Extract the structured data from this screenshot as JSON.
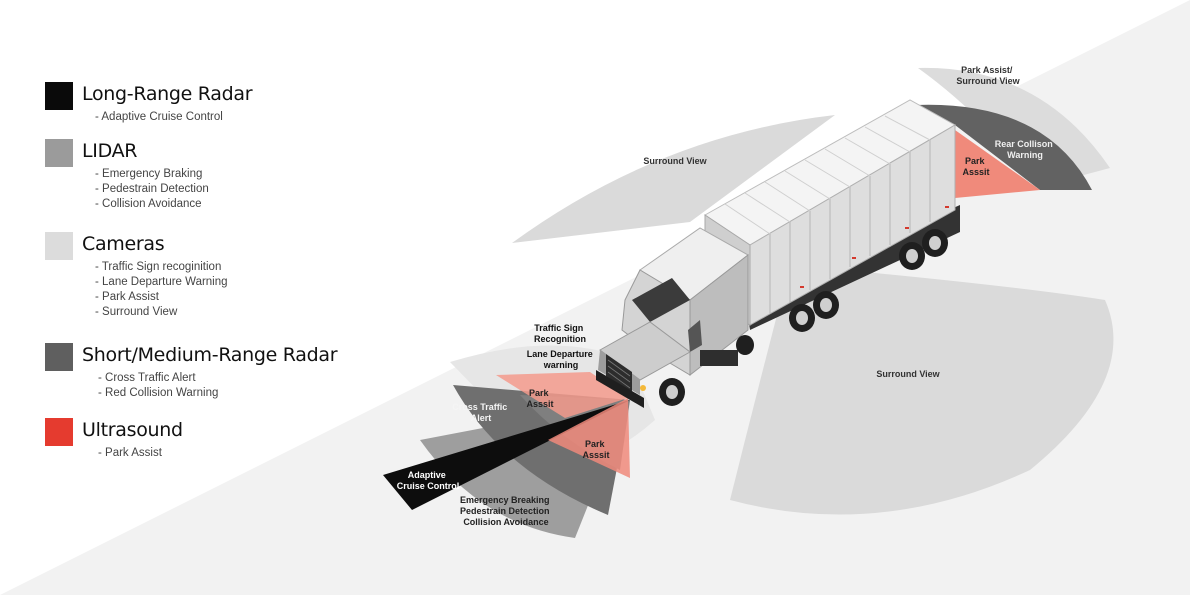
{
  "legend": [
    {
      "title": "Long-Range Radar",
      "color": "#0a0a0a",
      "items": [
        "- Adaptive Cruise Control"
      ]
    },
    {
      "title": "LIDAR",
      "color": "#9b9b9b",
      "items": [
        "- Emergency Braking",
        "- Pedestrain Detection",
        "- Collision Avoidance"
      ]
    },
    {
      "title": "Cameras",
      "color": "#dcdcdc",
      "items": [
        "- Traffic Sign recoginition",
        "- Lane Departure Warning",
        "- Park Assist",
        "- Surround View"
      ]
    },
    {
      "title": "Short/Medium-Range Radar",
      "color": "#5f5f5f",
      "items": [
        "- Cross Traffic Alert",
        "- Red Collision Warning"
      ]
    },
    {
      "title": "Ultrasound",
      "color": "#e53b2f",
      "items": [
        "- Park Assist"
      ]
    }
  ],
  "diagram": {
    "labels": {
      "surround_view_top": "Surround View",
      "surround_view_bottom": "Surround View",
      "park_assist_surround_1": "Park Assist/",
      "park_assist_surround_2": "Surround View",
      "rear_collision_1": "Rear Collison",
      "rear_collision_2": "Warning",
      "park_rear_1": "Park",
      "park_rear_2": "Asssit",
      "traffic_sign_1": "Traffic Sign",
      "traffic_sign_2": "Recognition",
      "lane_departure_1": "Lane Departure",
      "lane_departure_2": "warning",
      "park_front_top_1": "Park",
      "park_front_top_2": "Asssit",
      "park_front_low_1": "Park",
      "park_front_low_2": "Asssit",
      "cross_traffic_1": "Cross Traffic",
      "cross_traffic_2": "Alert",
      "adaptive_1": "Adaptive",
      "adaptive_2": "Cruise Control",
      "emergency_1": "Emergency Breaking",
      "emergency_2": "Pedestrain Detection",
      "emergency_3": "Collision Avoidance"
    }
  }
}
